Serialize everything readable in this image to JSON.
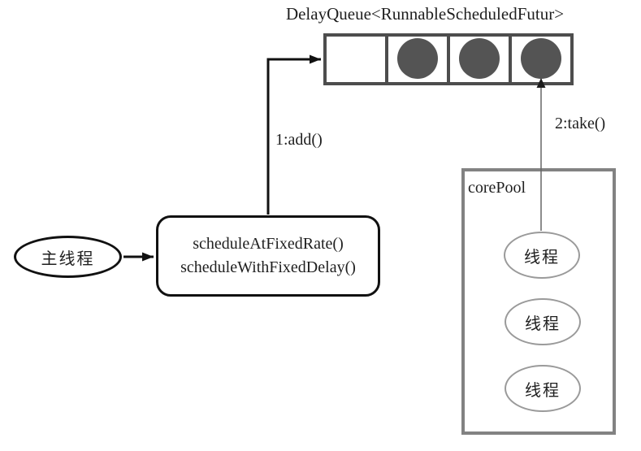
{
  "diagram": {
    "title": "DelayQueue<RunnableScheduledFutur>",
    "queue": {
      "slots": [
        "empty",
        "task",
        "task",
        "task"
      ]
    },
    "labels": {
      "add": "1:add()",
      "take": "2:take()"
    },
    "main_thread": "主线程",
    "scheduler_box": {
      "line1": "scheduleAtFixedRate()",
      "line2": "scheduleWithFixedDelay()"
    },
    "core_pool": {
      "label": "corePool",
      "threads": [
        "线程",
        "线程",
        "线程"
      ]
    },
    "colors": {
      "line_black": "#111111",
      "queue_border": "#4d4d4d",
      "task_fill": "#545454",
      "pool_border": "#828282",
      "thread_border": "#9a9a9a",
      "take_line": "#666666"
    }
  }
}
